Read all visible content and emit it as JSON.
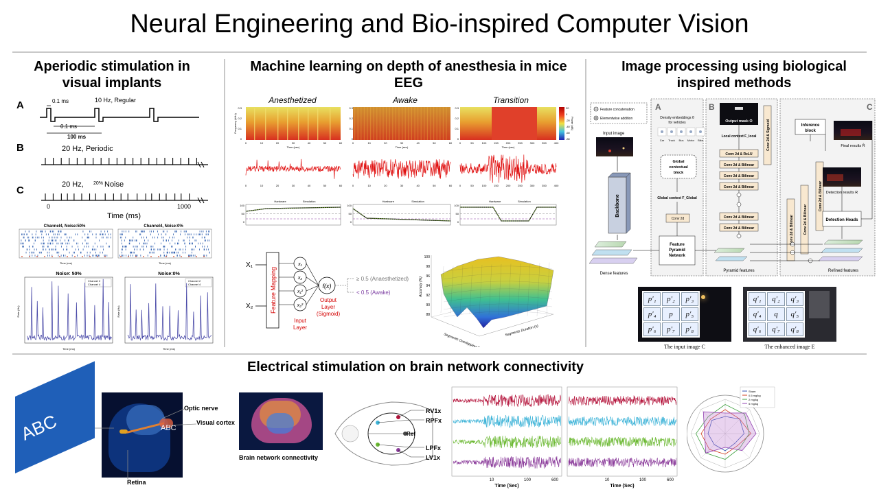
{
  "title": "Neural Engineering and Bio-inspired Computer Vision",
  "panel1": {
    "title": "Aperiodic stimulation in visual implants",
    "rows": [
      {
        "letter": "A",
        "label": "10 Hz, Regular",
        "t1": "0.1 ms",
        "t2": "0.1 ms",
        "t3": "100 ms"
      },
      {
        "letter": "B",
        "label": "20 Hz, Periodic"
      },
      {
        "letter": "C",
        "label": "20 Hz,",
        "pct": "20%",
        "noise": "Noise"
      }
    ],
    "axis": {
      "start": "0",
      "end": "1000",
      "label": "Time (ms)"
    },
    "raster_titles": [
      "Channel4, Noise:50%",
      "Channel4, Noise:0%"
    ],
    "rate_titles": [
      "Noise: 50%",
      "Noise:0%"
    ],
    "legend": [
      "Channel 2",
      "Channel 4"
    ],
    "xlabel": "Time (ms)",
    "ylabel": "Rate (Hz)"
  },
  "panel2": {
    "title": "Machine learning on depth of anesthesia in mice EEG",
    "columns": [
      {
        "name": "Anesthetized",
        "ticks": [
          "0",
          "10",
          "20",
          "30",
          "40",
          "50",
          "60"
        ]
      },
      {
        "name": "Awake",
        "ticks": [
          "0",
          "10",
          "20",
          "30",
          "40",
          "50",
          "60"
        ]
      },
      {
        "name": "Transition",
        "ticks": [
          "0",
          "50",
          "100",
          "150",
          "200",
          "250",
          "300",
          "350",
          "400"
        ]
      }
    ],
    "xlabel": "Time (sec)",
    "ylabel": "Frequency (kHz)",
    "y_ticks": [
      "0.3",
      "0.2",
      "0.1",
      "0"
    ],
    "colorbar": {
      "label": "Power (dB)",
      "ticks": [
        "20",
        "0",
        "-20",
        "-40",
        "-60",
        "-80"
      ]
    },
    "legend": [
      "Hardware",
      "Simulation"
    ],
    "bottom_yticks": [
      "100",
      "50",
      "0"
    ],
    "network": {
      "inputs": [
        "X₁",
        "X₂"
      ],
      "feature_mapping": "Feature Mapping",
      "nodes": [
        "x₁",
        "x₂",
        "x₁²",
        "x₂²"
      ],
      "fx": "f(x)",
      "input_layer": [
        "Input",
        "Layer"
      ],
      "output_layer": [
        "Output",
        "Layer",
        "(Sigmoid)"
      ],
      "out_hi": "≥ 0.5 (Anaesthetized)",
      "out_lo": "< 0.5 (Awake)"
    },
    "surface": {
      "zlabel": "Accuracy (%)",
      "xlabel": "Segments Overlapping (%)",
      "ylabel": "Segments Duration (s)",
      "zticks": [
        "100",
        "98",
        "96",
        "94",
        "92",
        "90",
        "88"
      ]
    }
  },
  "panel3": {
    "title": "Image processing using biological inspired methods",
    "legend": [
      "Feature concatenation",
      "Elementwise addition"
    ],
    "sections": [
      "A",
      "B",
      "C"
    ],
    "input_image": "Input image",
    "backbone": "Backbone",
    "dense_features": "Dense features",
    "density": [
      "Density embeddings θ",
      "for vehicles"
    ],
    "vehicles": [
      "Car",
      "Truck",
      "Bus",
      "Motor",
      "Bike"
    ],
    "global_block": [
      "Global",
      "contextual",
      "block"
    ],
    "global_context": "Global context F_Global",
    "conv2d": "Conv 2d",
    "fpn": [
      "Feature",
      "Pyramid",
      "Network"
    ],
    "pyramid_features": "Pyramid features",
    "output_mask": "Output mask O",
    "local_context": "Local context F_local",
    "b_blocks": [
      "Conv 2d & ReLU",
      "Conv 2d & Bilinear",
      "Conv 2d & Bilinear",
      "Conv 2d & Bilinear",
      "Conv 2d & Bilinear",
      "Conv 2d & Bilinear"
    ],
    "vertical_blocks": [
      "Conv 2d & Sigmoid",
      "Conv 2d & Bilinear",
      "Conv 2d & Bilinear",
      "Conv 2d & Bilinear"
    ],
    "inference": [
      "Inference",
      "block"
    ],
    "final_results": "Final results R̂",
    "detection_results": "Detection results R",
    "detection_heads": "Detection Heads",
    "refined_features": "Refined features",
    "grid_p": [
      "p′₁",
      "p′₂",
      "p′₃",
      "p′₄",
      "p",
      "p′₅",
      "p′₆",
      "p′₇",
      "p′₈"
    ],
    "grid_q": [
      "q′₁",
      "q′₂",
      "q′₃",
      "q′₄",
      "q",
      "q′₅",
      "q′₆",
      "q′₇",
      "q′₈"
    ],
    "caption_c": "The input image C",
    "caption_e": "The enhanced image E"
  },
  "panel4": {
    "title": "Electrical stimulation on brain network connectivity",
    "abc": "ABC",
    "optic_nerve": "Optic nerve",
    "visual_cortex": "Visual cortex",
    "retina": "Retina",
    "brain_label": "Brain network connectivity",
    "channels": [
      "RV1x",
      "RPFx",
      "LPFx",
      "LV1x"
    ],
    "ref": "Ref",
    "time_ticks": [
      "10",
      "100",
      "600"
    ],
    "time_label": "Time (Sec)",
    "radar_legend": [
      "Sham",
      "0.5 mg/kg",
      "2 mg/kg",
      "5 mg/kg"
    ]
  },
  "colors": {
    "divider": "#c8c8c8",
    "red": "#d40000",
    "blue_trace": "#5050b8",
    "eeg_red": "#b4123a",
    "eeg_cyan": "#3fb4d8",
    "eeg_green": "#6ab830",
    "eeg_purple": "#8a3a9a"
  }
}
